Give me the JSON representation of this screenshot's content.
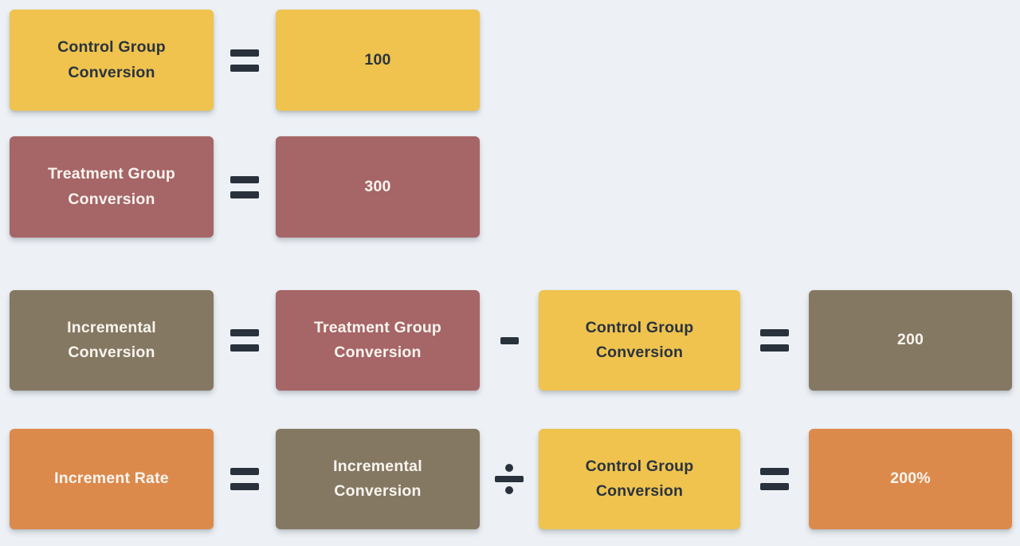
{
  "colors": {
    "background": "#EDF1F5",
    "yellow": "#EFC34D",
    "mauve": "#A66566",
    "taupe": "#857862",
    "orange": "#DC8A4C",
    "operator": "#29323C",
    "text_dark": "#2A3340",
    "text_light": "#F8F5F0"
  },
  "rows": {
    "row1": {
      "label": "Control Group Conversion",
      "operator": "=",
      "value": "100"
    },
    "row2": {
      "label": "Treatment Group Conversion",
      "operator": "=",
      "value": "300"
    },
    "row3": {
      "label": "Incremental Conversion",
      "operator1": "=",
      "operand1": "Treatment Group Conversion",
      "operator2": "−",
      "operand2": "Control Group Conversion",
      "operator3": "=",
      "value": "200"
    },
    "row4": {
      "label": "Increment Rate",
      "operator1": "=",
      "operand1": "Incremental Conversion",
      "operator2": "÷",
      "operand2": "Control Group Conversion",
      "operator3": "=",
      "value": "200%"
    }
  }
}
